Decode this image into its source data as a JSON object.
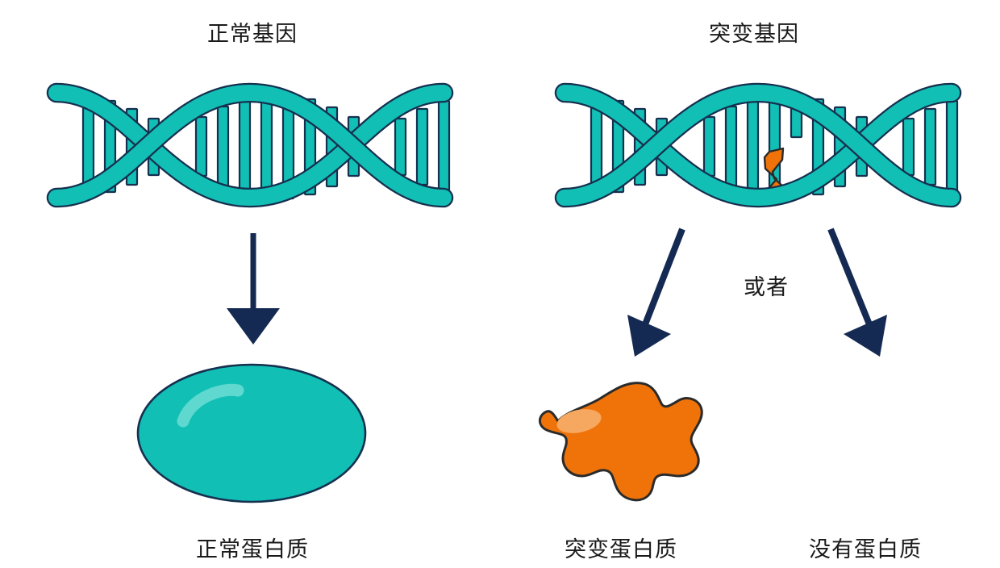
{
  "figure": {
    "type": "biology-concept-diagram",
    "background": "#ffffff"
  },
  "colors": {
    "teal": "#12bfb5",
    "teal_highlight": "#5fd9d0",
    "orange": "#ef7309",
    "orange_highlight": "#f6a860",
    "navy": "#152a52",
    "outline": "#16304f",
    "text": "#1a1a1a"
  },
  "labels": {
    "normal_gene": "正常基因",
    "mutant_gene": "突变基因",
    "or": "或者",
    "normal_protein": "正常蛋白质",
    "mutant_protein": "突变蛋白质",
    "no_protein": "没有蛋白质"
  },
  "panels": {
    "left": {
      "gene_label": "正常基因",
      "gene_icon": "dna-double-helix",
      "mutated": false,
      "arrow_count": 1,
      "product_label": "正常蛋白质",
      "product_icon": "protein-ellipse-normal",
      "product_color": "#12bfb5"
    },
    "right": {
      "gene_label": "突变基因",
      "gene_icon": "dna-double-helix-mutated",
      "mutated": true,
      "mutation_marker": "orange-zigzag-base-pair",
      "broken_rung": true,
      "arrow_count": 2,
      "branch_separator": "或者",
      "outcomes": [
        {
          "product_label": "突变蛋白质",
          "product_icon": "protein-blob-misfolded",
          "product_color": "#ef7309"
        },
        {
          "product_label": "没有蛋白质",
          "product_icon": "none",
          "product_color": null
        }
      ]
    }
  }
}
